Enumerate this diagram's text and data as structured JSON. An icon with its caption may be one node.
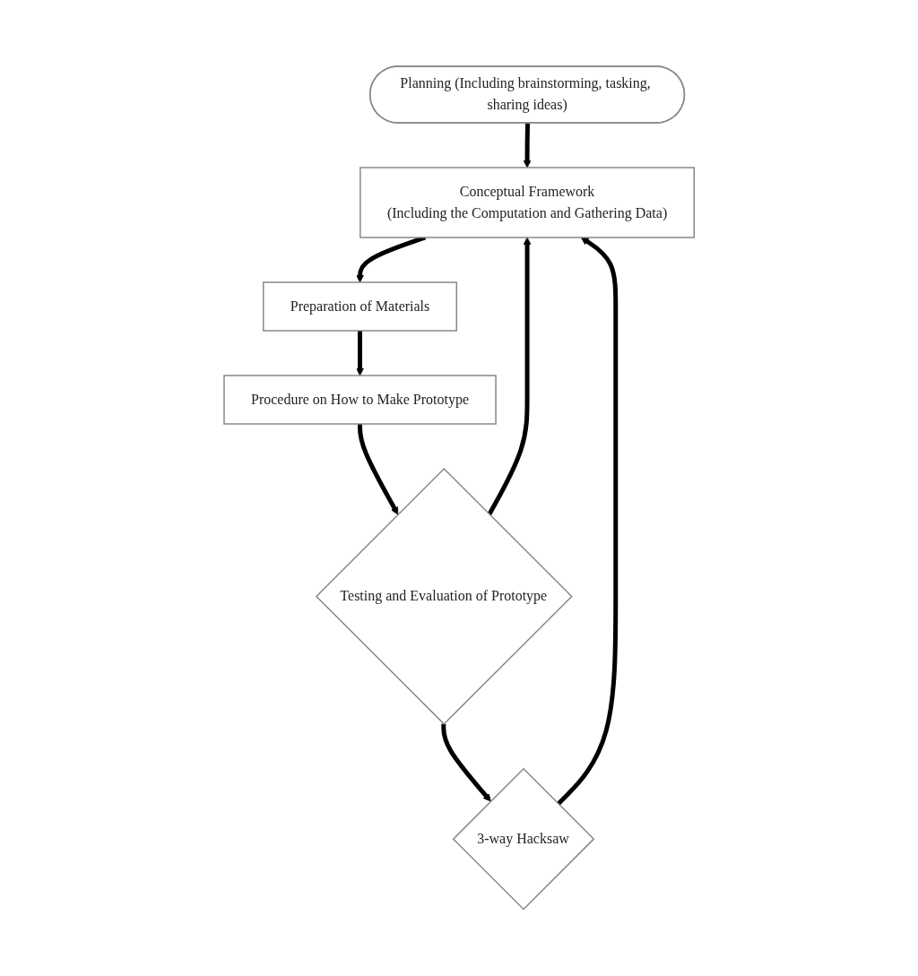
{
  "diagram": {
    "nodes": [
      {
        "text": [
          "Planning (Including brainstorming, tasking, sharing ideas)"
        ]
      },
      {
        "text": [
          "Conceptual Framework",
          "(Including the Computation and Gathering Data)"
        ]
      },
      {
        "text": [
          "Preparation of Materials"
        ]
      },
      {
        "text": [
          "Procedure on How to Make Prototype"
        ]
      },
      {
        "text": [
          "Testing and Evaluation of Prototype"
        ]
      },
      {
        "text": [
          "3-way Hacksaw"
        ]
      }
    ],
    "edges": [
      {
        "from": 0,
        "to": 1,
        "arrow": "to"
      },
      {
        "from": 1,
        "to": 2,
        "arrow": "to"
      },
      {
        "from": 2,
        "to": 3,
        "arrow": "to"
      },
      {
        "from": 3,
        "to": 4,
        "arrow": "to"
      },
      {
        "from": 4,
        "to": 5,
        "arrow": "to"
      },
      {
        "from": 4,
        "to": 1,
        "arrow": "to"
      },
      {
        "from": 5,
        "to": 1,
        "arrow": "to"
      }
    ]
  }
}
